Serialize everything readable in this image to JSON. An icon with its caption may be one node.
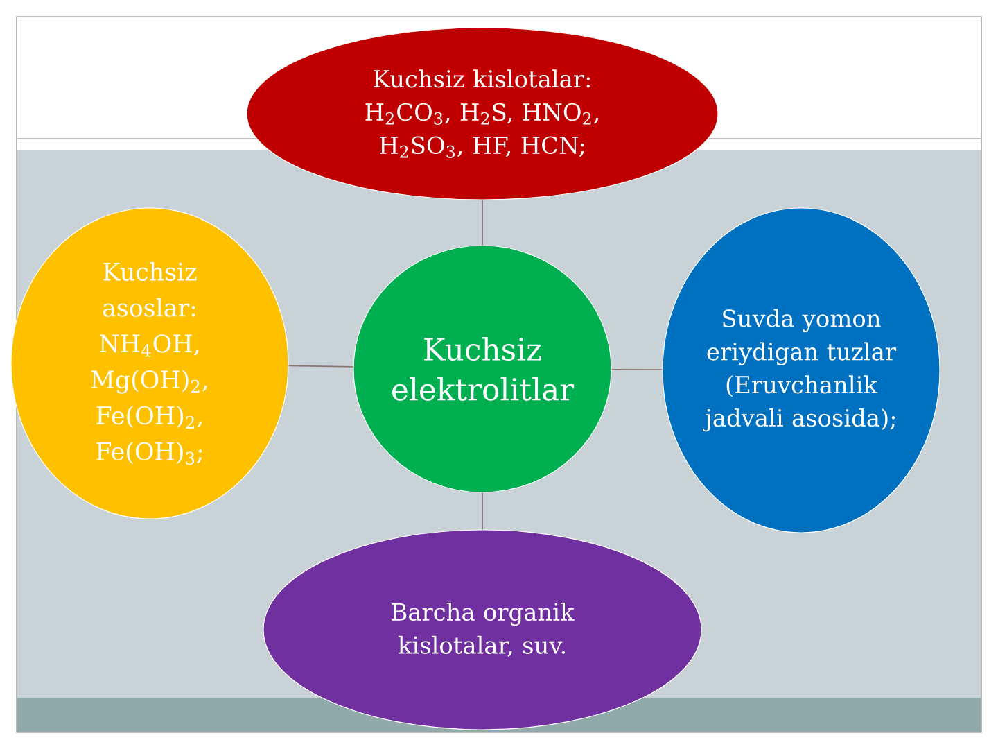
{
  "diagram": {
    "nodes": [
      {
        "text": [
          "Kuchsiz kislotalar: H$_{2}$CO$_{3}$, H$_{2}$S, HNO$_{2}$, H$_{2}$SO$_{3}$, HF, HCN;"
        ]
      },
      {
        "text": [
          "Kuchsiz asoslar: NH$_{4}$OH, Mg(OH)$_{2}$, Fe(OH)$_{2}$, Fe(OH)$_{3}$;"
        ]
      },
      {
        "text": [
          "Kuchsiz elektrolitlar"
        ]
      },
      {
        "text": [
          "Suvda yomon eriydigan tuzlar (Eruvchanlik jadvali asosida);"
        ]
      },
      {
        "text": [
          "Barcha organik kislotalar, suv."
        ]
      }
    ],
    "edges": [
      {
        "from": 2,
        "to": 0,
        "arrow": "none"
      },
      {
        "from": 2,
        "to": 1,
        "arrow": "none"
      },
      {
        "from": 2,
        "to": 3,
        "arrow": "none"
      },
      {
        "from": 2,
        "to": 4,
        "arrow": "none"
      }
    ]
  }
}
